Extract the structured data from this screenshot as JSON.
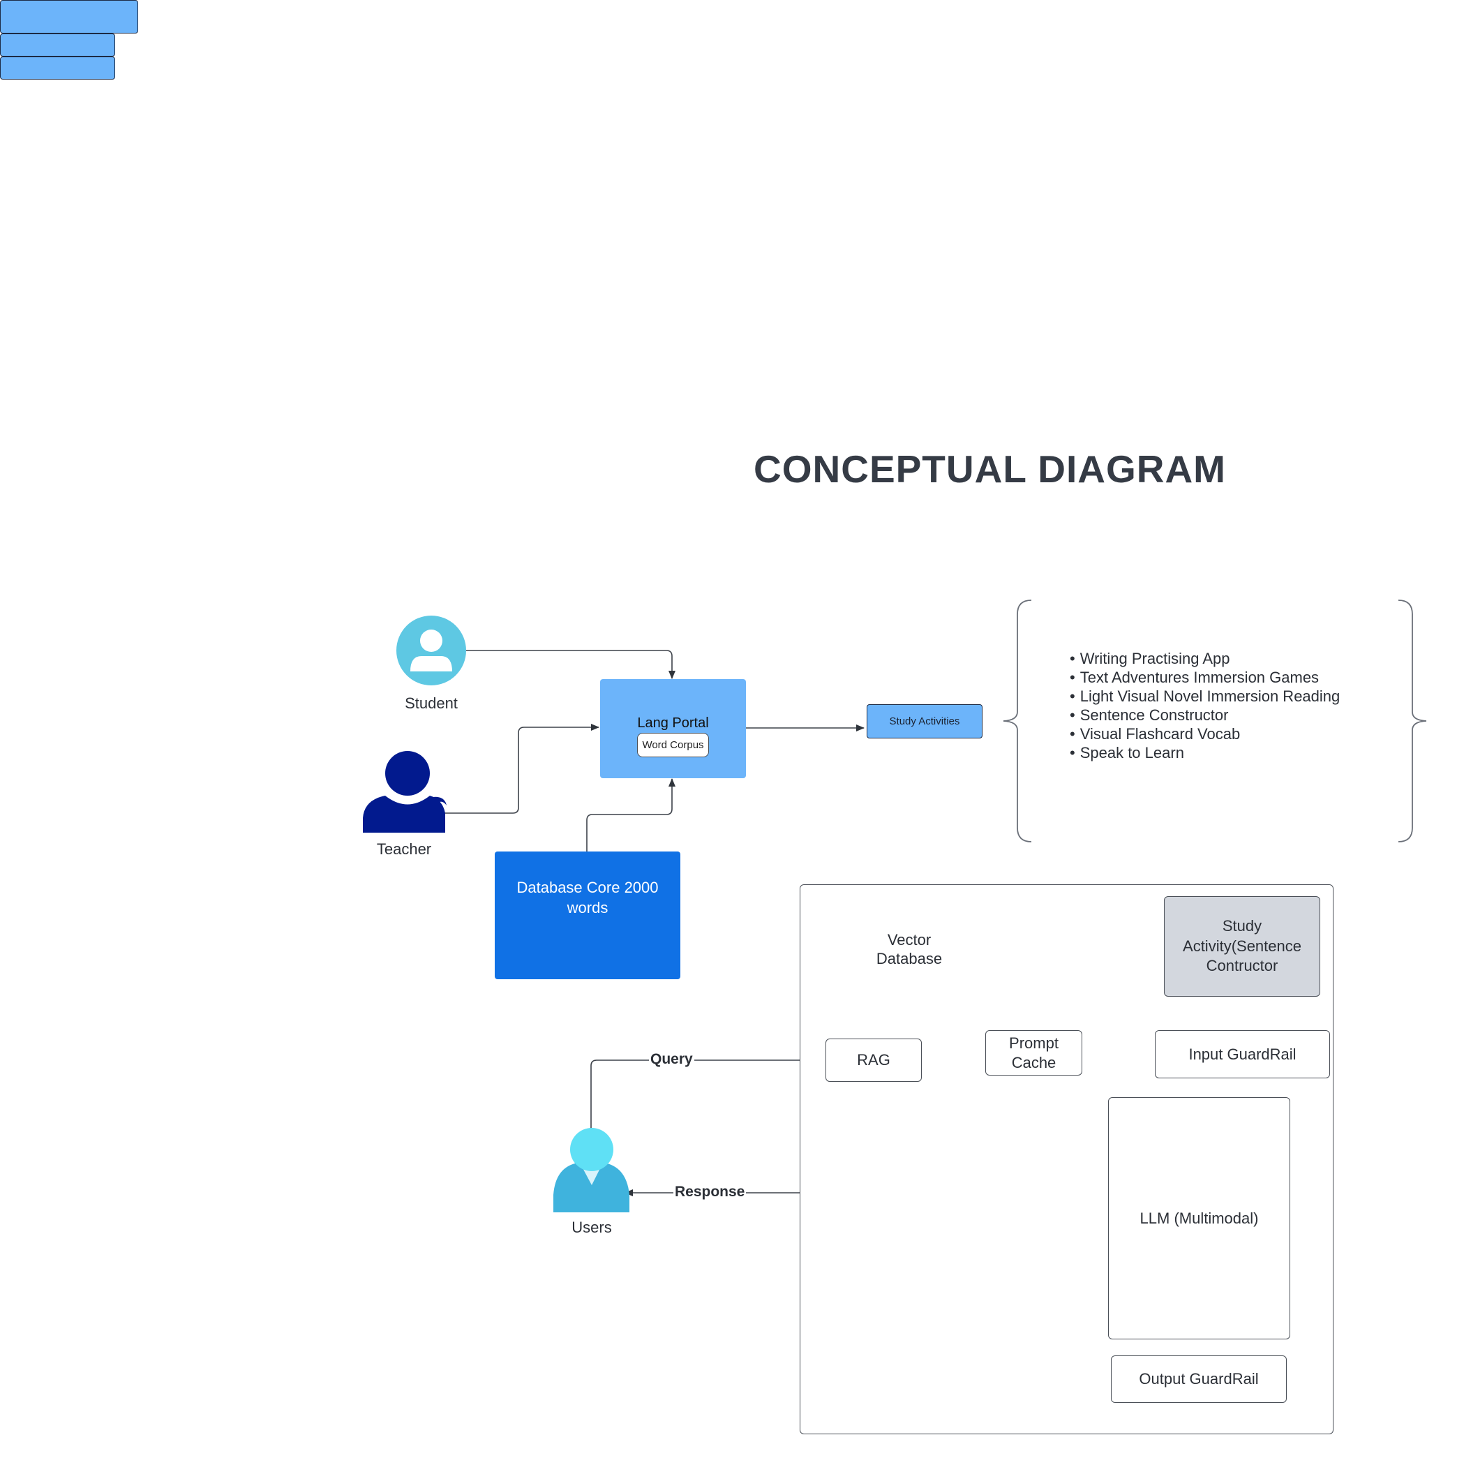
{
  "title": "CONCEPTUAL DIAGRAM",
  "actors": {
    "student": "Student",
    "teacher": "Teacher",
    "users": "Users"
  },
  "lang_portal": {
    "label": "Lang Portal",
    "inner": "Word Corpus"
  },
  "database": {
    "label": "Database Core 2000 words"
  },
  "study_activities": {
    "label": "Study Activities"
  },
  "activity_list": [
    "Writing Practising App",
    "Text Adventures Immersion Games",
    "Light Visual Novel Immersion Reading",
    "Sentence Constructor",
    "Visual Flashcard Vocab",
    "Speak to Learn"
  ],
  "pipeline": {
    "vector_db": "Vector Database",
    "study_activity": "Study Activity(Sentence Contructor",
    "rag": "RAG",
    "prompt_cache": "Prompt Cache",
    "input_guardrail": "Input GuardRail",
    "llm": "LLM (Multimodal)",
    "output_guardrail": "Output GuardRail"
  },
  "edges": {
    "query": "Query",
    "response": "Response"
  },
  "colors": {
    "student_icon": "#5ec8e3",
    "teacher_icon": "#021a8e",
    "users_icon": "#3fb3dd",
    "lang_portal": "#6cb4fa",
    "database": "#1071e5",
    "study_activity_box": "#d3d7de",
    "title": "#353b45"
  }
}
